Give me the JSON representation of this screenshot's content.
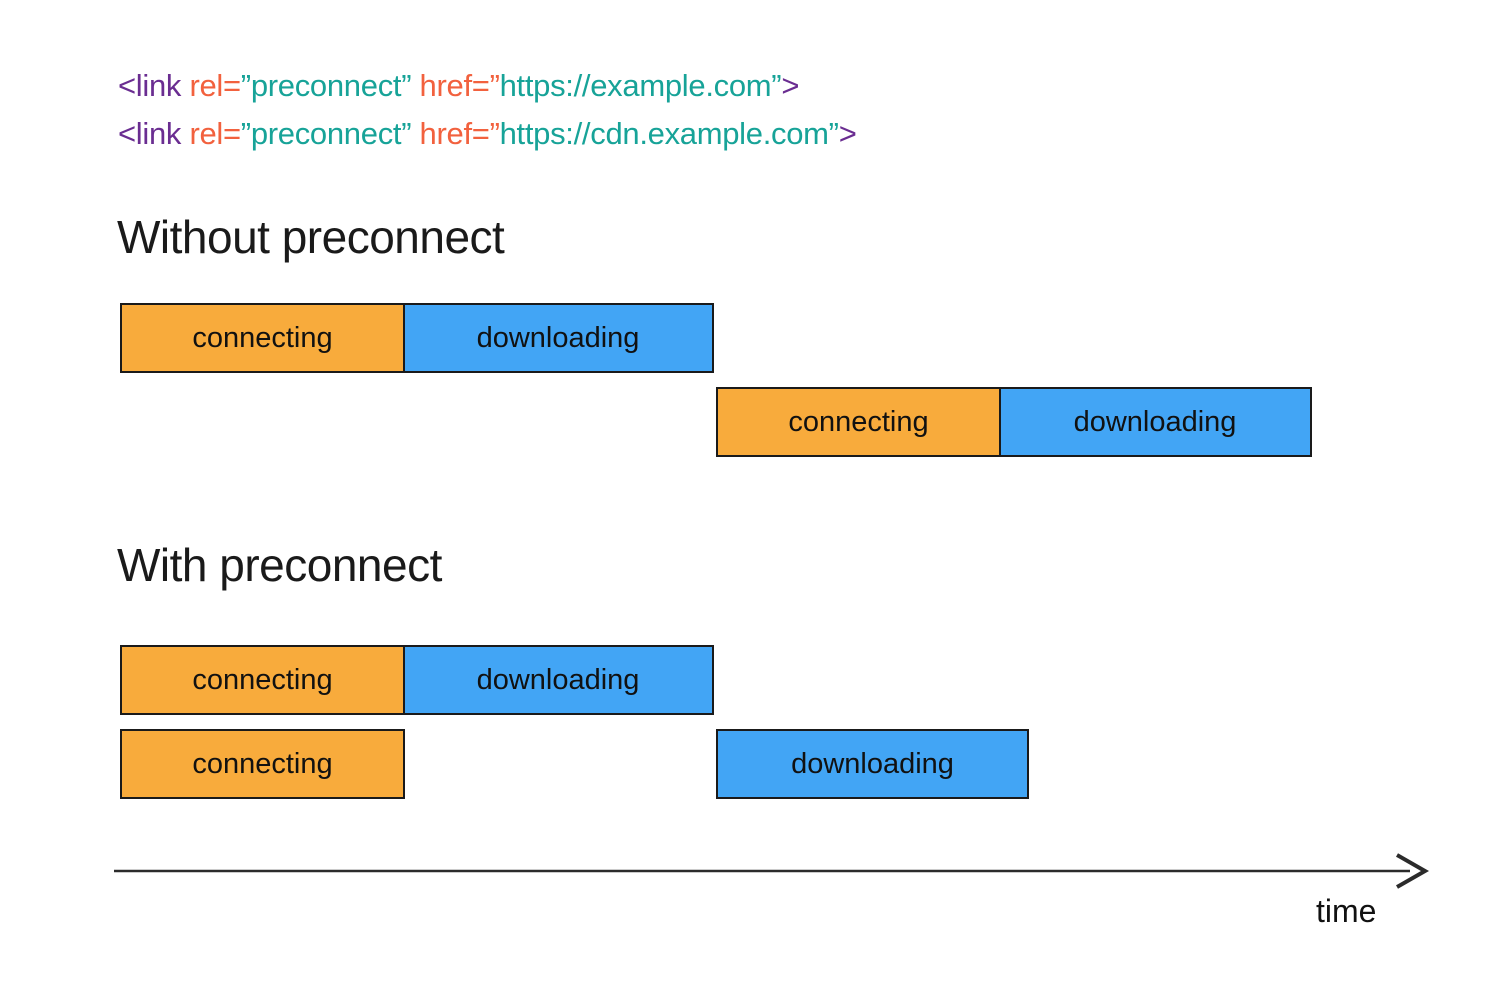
{
  "palette": {
    "code_purple": "#6A2D91",
    "code_orange": "#F2613E",
    "code_teal": "#17A398",
    "bar_connecting_fill": "#F8AB3C",
    "bar_downloading_fill": "#42A5F5",
    "bar_border": "#1A1A1A",
    "text": "#1A1A1A"
  },
  "code": {
    "lines": [
      {
        "tokens": [
          {
            "text": "<link"
          },
          {
            "text": " rel="
          },
          {
            "text": "”preconnect”"
          },
          {
            "text": " href=”"
          },
          {
            "text": "https://example.com”"
          },
          {
            "text": ">"
          }
        ]
      },
      {
        "tokens": [
          {
            "text": "<link"
          },
          {
            "text": " rel="
          },
          {
            "text": "”preconnect”"
          },
          {
            "text": " href=”"
          },
          {
            "text": "https://cdn.example.com”"
          },
          {
            "text": ">"
          }
        ]
      }
    ]
  },
  "sections": {
    "without": {
      "heading": "Without preconnect",
      "rows": [
        {
          "segments": [
            {
              "label": "connecting"
            },
            {
              "label": "downloading"
            }
          ]
        },
        {
          "segments": [
            {
              "label": "connecting"
            },
            {
              "label": "downloading"
            }
          ]
        }
      ]
    },
    "with": {
      "heading": "With preconnect",
      "rows": [
        {
          "segments": [
            {
              "label": "connecting"
            },
            {
              "label": "downloading"
            }
          ]
        },
        {
          "segments": [
            {
              "label": "connecting"
            },
            {
              "label": "downloading"
            }
          ]
        }
      ]
    }
  },
  "axis": {
    "label": "time"
  }
}
